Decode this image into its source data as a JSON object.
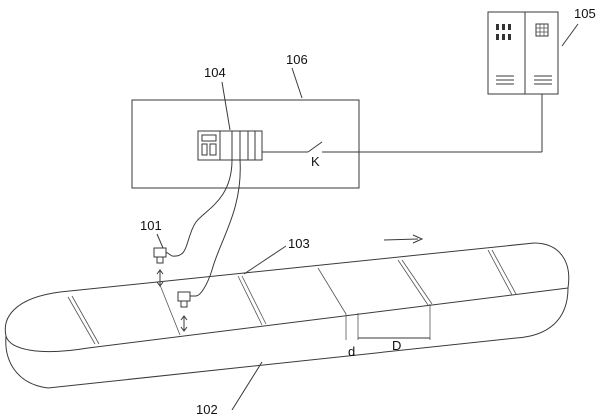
{
  "labels": {
    "sensor_a": "101",
    "conveyor": "102",
    "marking": "103",
    "controller": "104",
    "cabinet": "105",
    "enclosure": "106",
    "switch": "K",
    "gap": "d",
    "spacing": "D"
  },
  "icons": {
    "direction": "right-arrow-icon"
  }
}
